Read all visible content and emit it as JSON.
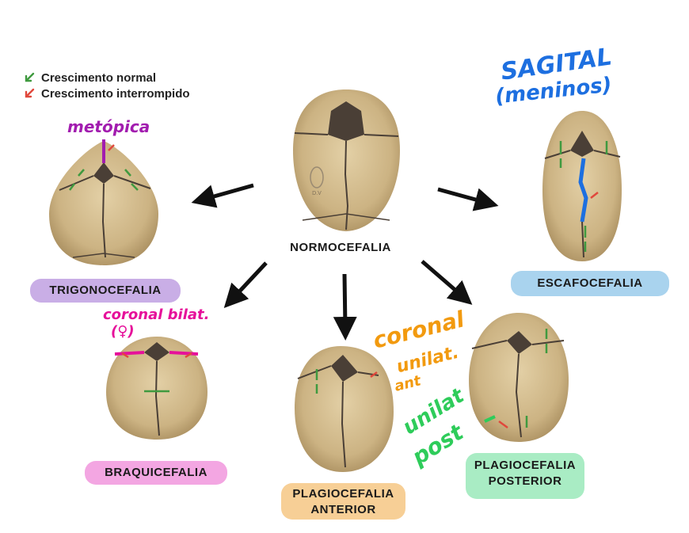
{
  "legend": {
    "normal": "Crescimento normal",
    "interrupted": "Crescimento interrompido",
    "normal_color": "#3f9a3f",
    "interrupted_color": "#e0483c"
  },
  "center": {
    "label": "NORMOCEFALIA",
    "watermark": "D.V"
  },
  "types": {
    "trigono": {
      "label": "TRIGONOCEFALIA",
      "pill_color": "#c9aee6",
      "note": "metópica",
      "note_color": "#a21caf"
    },
    "escafo": {
      "label": "ESCAFOCEFALIA",
      "pill_color": "#a9d3ee",
      "note": "SAGITAL",
      "note2": "(meninos)",
      "note_color": "#1d6fe0"
    },
    "braqui": {
      "label": "BRAQUICEFALIA",
      "pill_color": "#f3a6e2",
      "note": "coronal bilat.",
      "note2": "(♀)",
      "note_color": "#e6109a"
    },
    "plagio_ant": {
      "label1": "PLAGIOCEFALIA",
      "label2": "ANTERIOR",
      "pill_color": "#f7cf96",
      "note": "coronal",
      "note2": "unilat.",
      "note3": "ant",
      "note_color": "#f29a0f"
    },
    "plagio_post": {
      "label1": "PLAGIOCEFALIA",
      "label2": "POSTERIOR",
      "pill_color": "#a9ecc4",
      "note": "unilat",
      "note2": "post",
      "note_color": "#2ecc5a"
    }
  }
}
